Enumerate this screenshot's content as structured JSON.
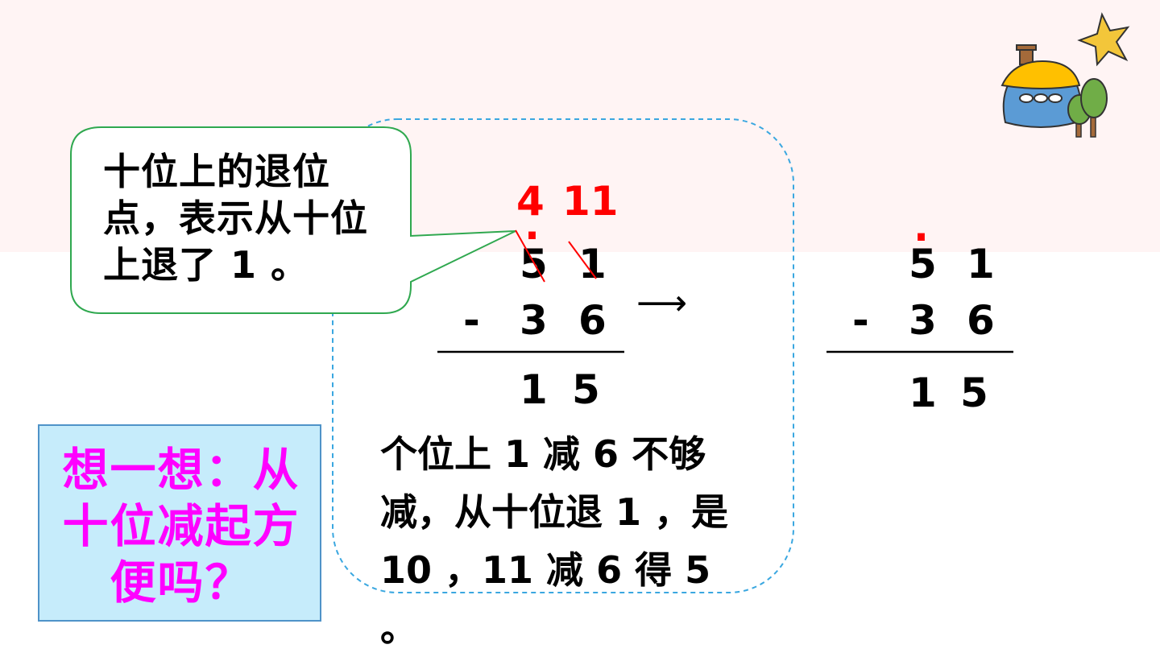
{
  "callout": {
    "text": "十位上的退位点，表示从十位上退了 1 。"
  },
  "left_problem": {
    "borrow_tens": "4",
    "borrow_ones": "11",
    "borrow_dot": ".",
    "top_tens": "5",
    "top_ones": "1",
    "operator": "-",
    "sub_tens": "3",
    "sub_ones": "6",
    "res_tens": "1",
    "res_ones": "5"
  },
  "arrow": "⟶",
  "right_problem": {
    "borrow_dot": ".",
    "top_tens": "5",
    "top_ones": "1",
    "operator": "-",
    "sub_tens": "3",
    "sub_ones": "6",
    "res_tens": "1",
    "res_ones": "5"
  },
  "explanation": "个位上 1 减 6 不够减，从十位退 1 ，是 10 ，11 减 6 得 5 。",
  "think_box": {
    "text": "想一想：从十位减起方便吗？"
  },
  "colors": {
    "accent_red": "#ff0000",
    "magenta": "#ff00ff",
    "callout_border": "#2fa84f",
    "dashed_border": "#3aa7e0",
    "think_fill": "#c6ecfb"
  }
}
